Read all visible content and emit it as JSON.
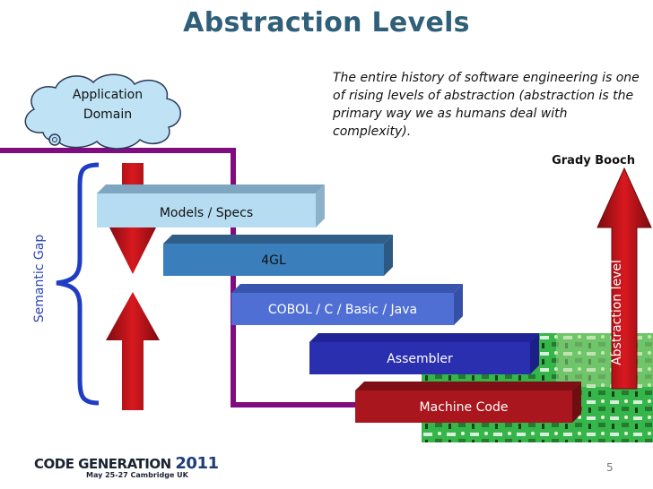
{
  "slide": {
    "title": "Abstraction Levels",
    "quote": "The entire history of software engineering is one of rising levels of abstraction (abstraction is the primary way we as humans deal with complexity).",
    "author": "Grady Booch",
    "page_number": "5"
  },
  "diagram": {
    "cloud_line1": "Application",
    "cloud_line2": "Domain",
    "semantic_gap_label": "Semantic Gap",
    "abstraction_level_label": "Abstraction level",
    "levels": [
      {
        "label": "Models / Specs",
        "color": "#b6dcf2"
      },
      {
        "label": "4GL",
        "color": "#3a7fbb"
      },
      {
        "label": "COBOL / C / Basic / Java",
        "color": "#4f6fd4"
      },
      {
        "label": "Assembler",
        "color": "#2a2fb0"
      },
      {
        "label": "Machine Code",
        "color": "#a9161d"
      }
    ]
  },
  "footer": {
    "logo_text": "CODE GENERATION",
    "logo_year": "2011",
    "logo_subtitle": "May 25-27 Cambridge UK"
  },
  "colors": {
    "title": "#2f5f79",
    "purple_frame": "#800d80",
    "bracket": "#1f3cc4",
    "arrow_red": "#c4121a",
    "board_green": "#2fb03a"
  }
}
